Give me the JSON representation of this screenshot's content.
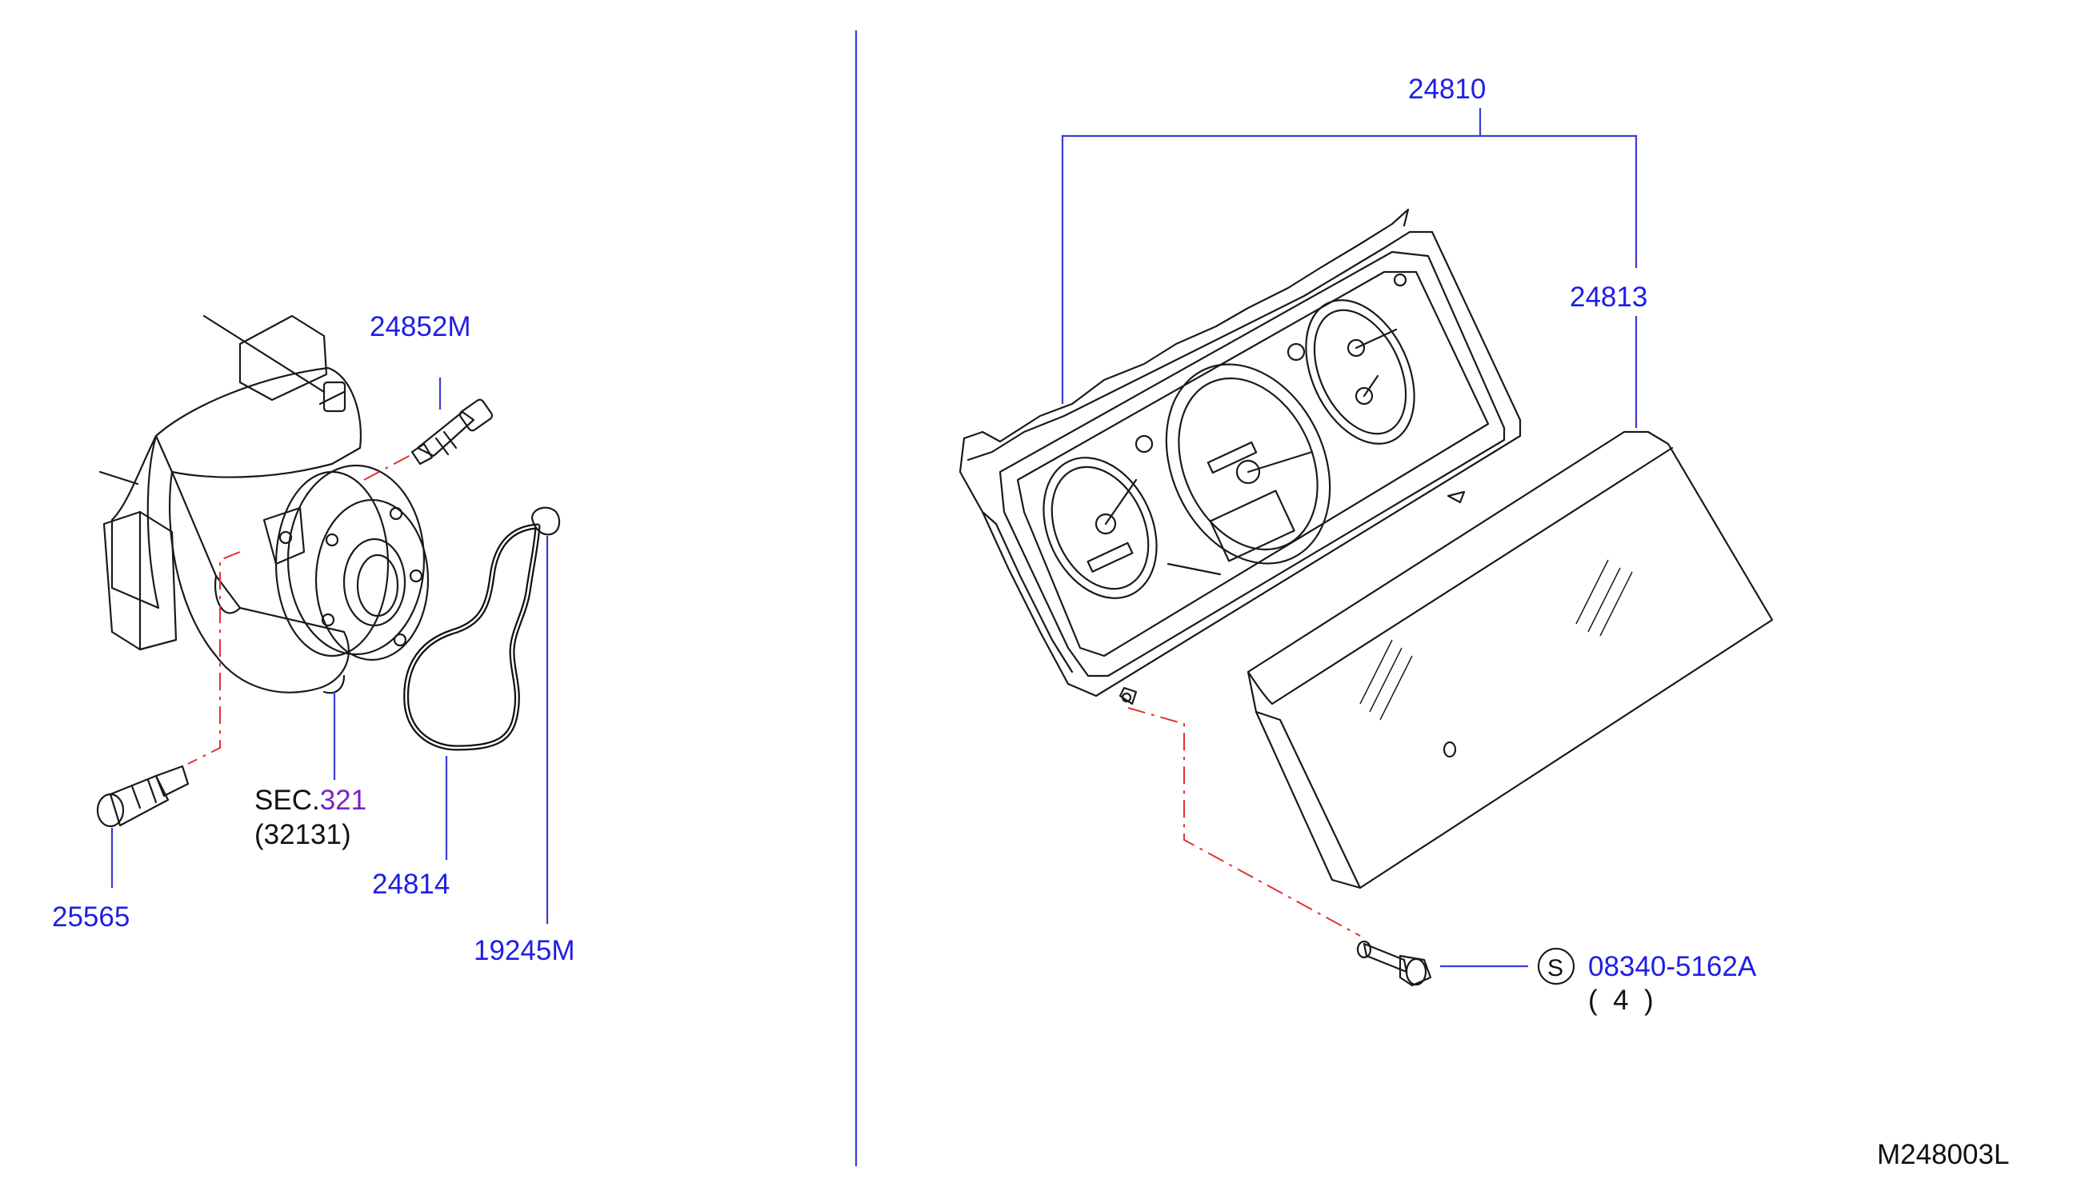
{
  "parts": {
    "p24810": "24810",
    "p24813": "24813",
    "p24852M": "24852M",
    "p25565": "25565",
    "p24814": "24814",
    "p19245M": "19245M",
    "bolt": "08340-5162A",
    "bolt_qty": "(  4  )",
    "bolt_symbol": "S"
  },
  "reference": {
    "sec_prefix": "SEC.",
    "sec_number": "321",
    "sec_sub": "(32131)"
  },
  "diagram_code": "M248003L",
  "colors": {
    "part_number": "#1e1ee6",
    "section_number": "#7a22c9",
    "centerline": "#e23030",
    "leader": "#3b3bd6",
    "ink": "#1a1a1a"
  }
}
